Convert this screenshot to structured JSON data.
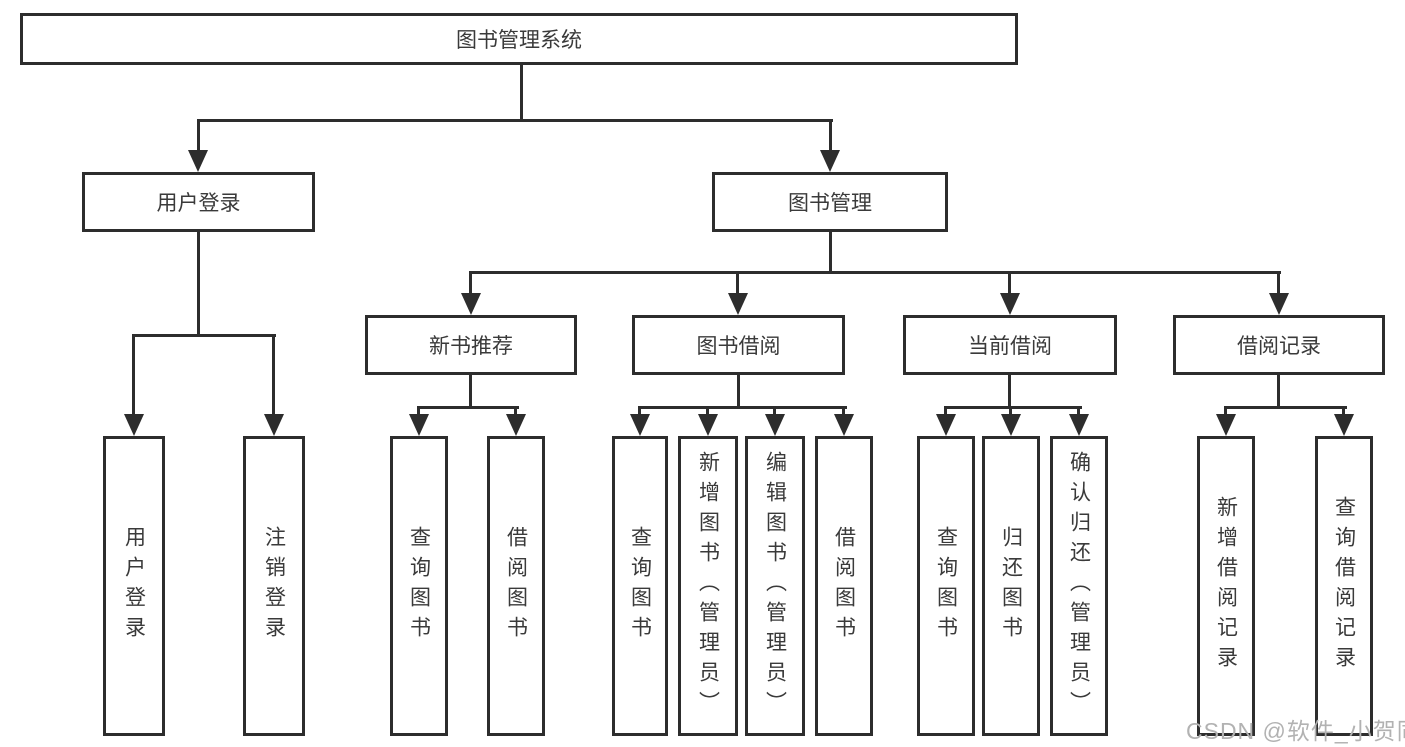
{
  "tree": {
    "root": {
      "label": "图书管理系统"
    },
    "branches": [
      {
        "label": "用户登录",
        "children": [
          {
            "label": "用户登录"
          },
          {
            "label": "注销登录"
          }
        ]
      },
      {
        "label": "图书管理",
        "children": [
          {
            "label": "新书推荐",
            "children": [
              {
                "label": "查询图书"
              },
              {
                "label": "借阅图书"
              }
            ]
          },
          {
            "label": "图书借阅",
            "children": [
              {
                "label": "查询图书"
              },
              {
                "label": "新增图书（管理员）"
              },
              {
                "label": "编辑图书（管理员）"
              },
              {
                "label": "借阅图书"
              }
            ]
          },
          {
            "label": "当前借阅",
            "children": [
              {
                "label": "查询图书"
              },
              {
                "label": "归还图书"
              },
              {
                "label": "确认归还（管理员）"
              }
            ]
          },
          {
            "label": "借阅记录",
            "children": [
              {
                "label": "新增借阅记录"
              },
              {
                "label": "查询借阅记录"
              }
            ]
          }
        ]
      }
    ]
  },
  "watermark": {
    "text": "CSDN @软件_小贺同学"
  },
  "colors": {
    "line": "#2d2d2d",
    "text": "#3a3a3a",
    "background": "#ffffff",
    "watermark": "#b2b2b2"
  }
}
